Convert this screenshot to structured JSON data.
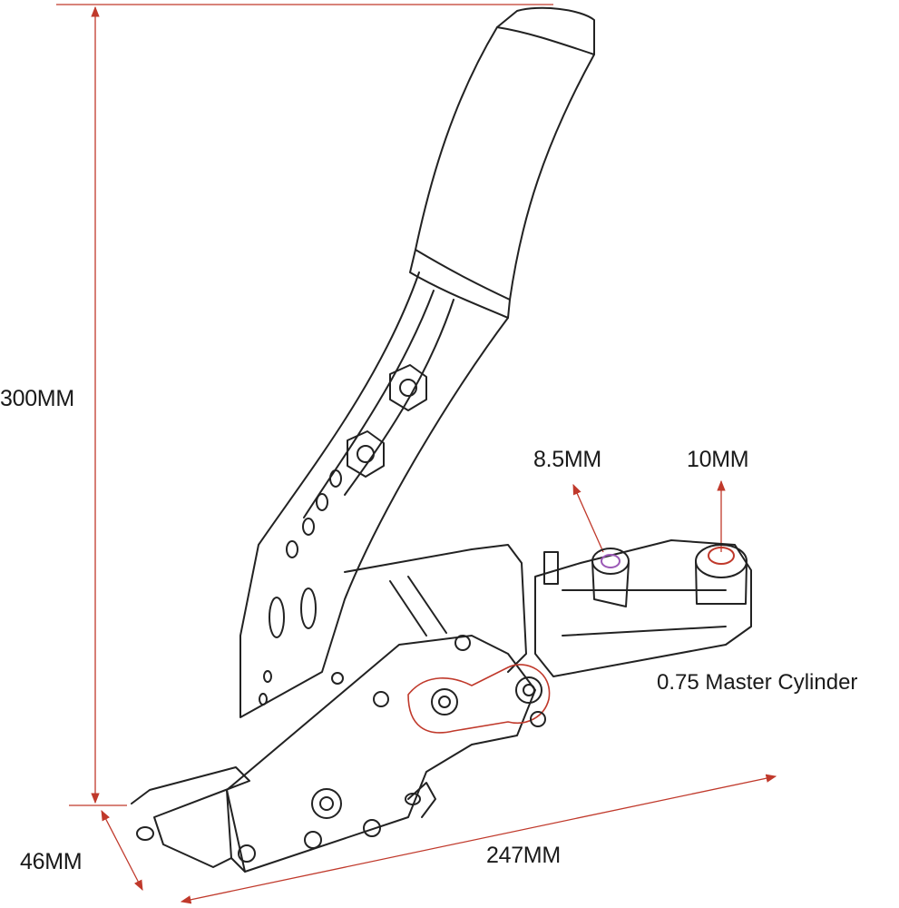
{
  "dimensions": {
    "height_label": "300MM",
    "base_label": "46MM",
    "length_label": "247MM"
  },
  "ports": {
    "port_1_label": "8.5MM",
    "port_2_label": "10MM"
  },
  "cylinder": {
    "label": "0.75 Master Cylinder"
  },
  "colors": {
    "dimension_line": "#c0392b",
    "outline": "#222222",
    "label": "#1a1a1a"
  }
}
